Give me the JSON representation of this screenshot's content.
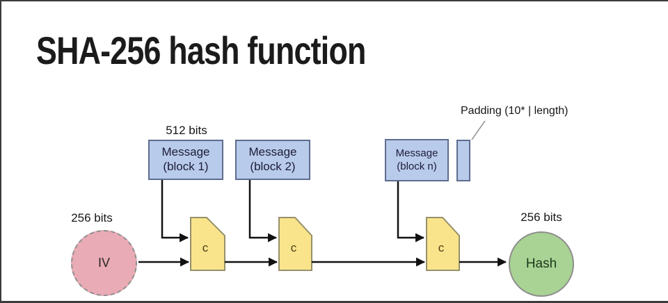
{
  "title": "SHA-256 hash function",
  "labels": {
    "bits_512": "512 bits",
    "bits_256_left": "256 bits",
    "bits_256_right": "256 bits",
    "padding_note": "Padding (10* | length)"
  },
  "message_blocks": [
    {
      "line1": "Message",
      "line2": "(block 1)"
    },
    {
      "line1": "Message",
      "line2": "(block 2)"
    },
    {
      "line1": "Message",
      "line2": "(block n)"
    }
  ],
  "compression_blocks": [
    {
      "label": "c"
    },
    {
      "label": "c"
    },
    {
      "label": "c"
    }
  ],
  "nodes": {
    "iv_label": "IV",
    "hash_label": "Hash"
  },
  "colors": {
    "message_fill": "#b9cbea",
    "message_border": "#5d6c8e",
    "compress_fill": "#f9e48c",
    "compress_border": "#97906a",
    "iv_fill": "#e9abb5",
    "hash_fill": "#a9d394",
    "arrow": "#111111",
    "frame_edge": "#3b3b3b"
  }
}
